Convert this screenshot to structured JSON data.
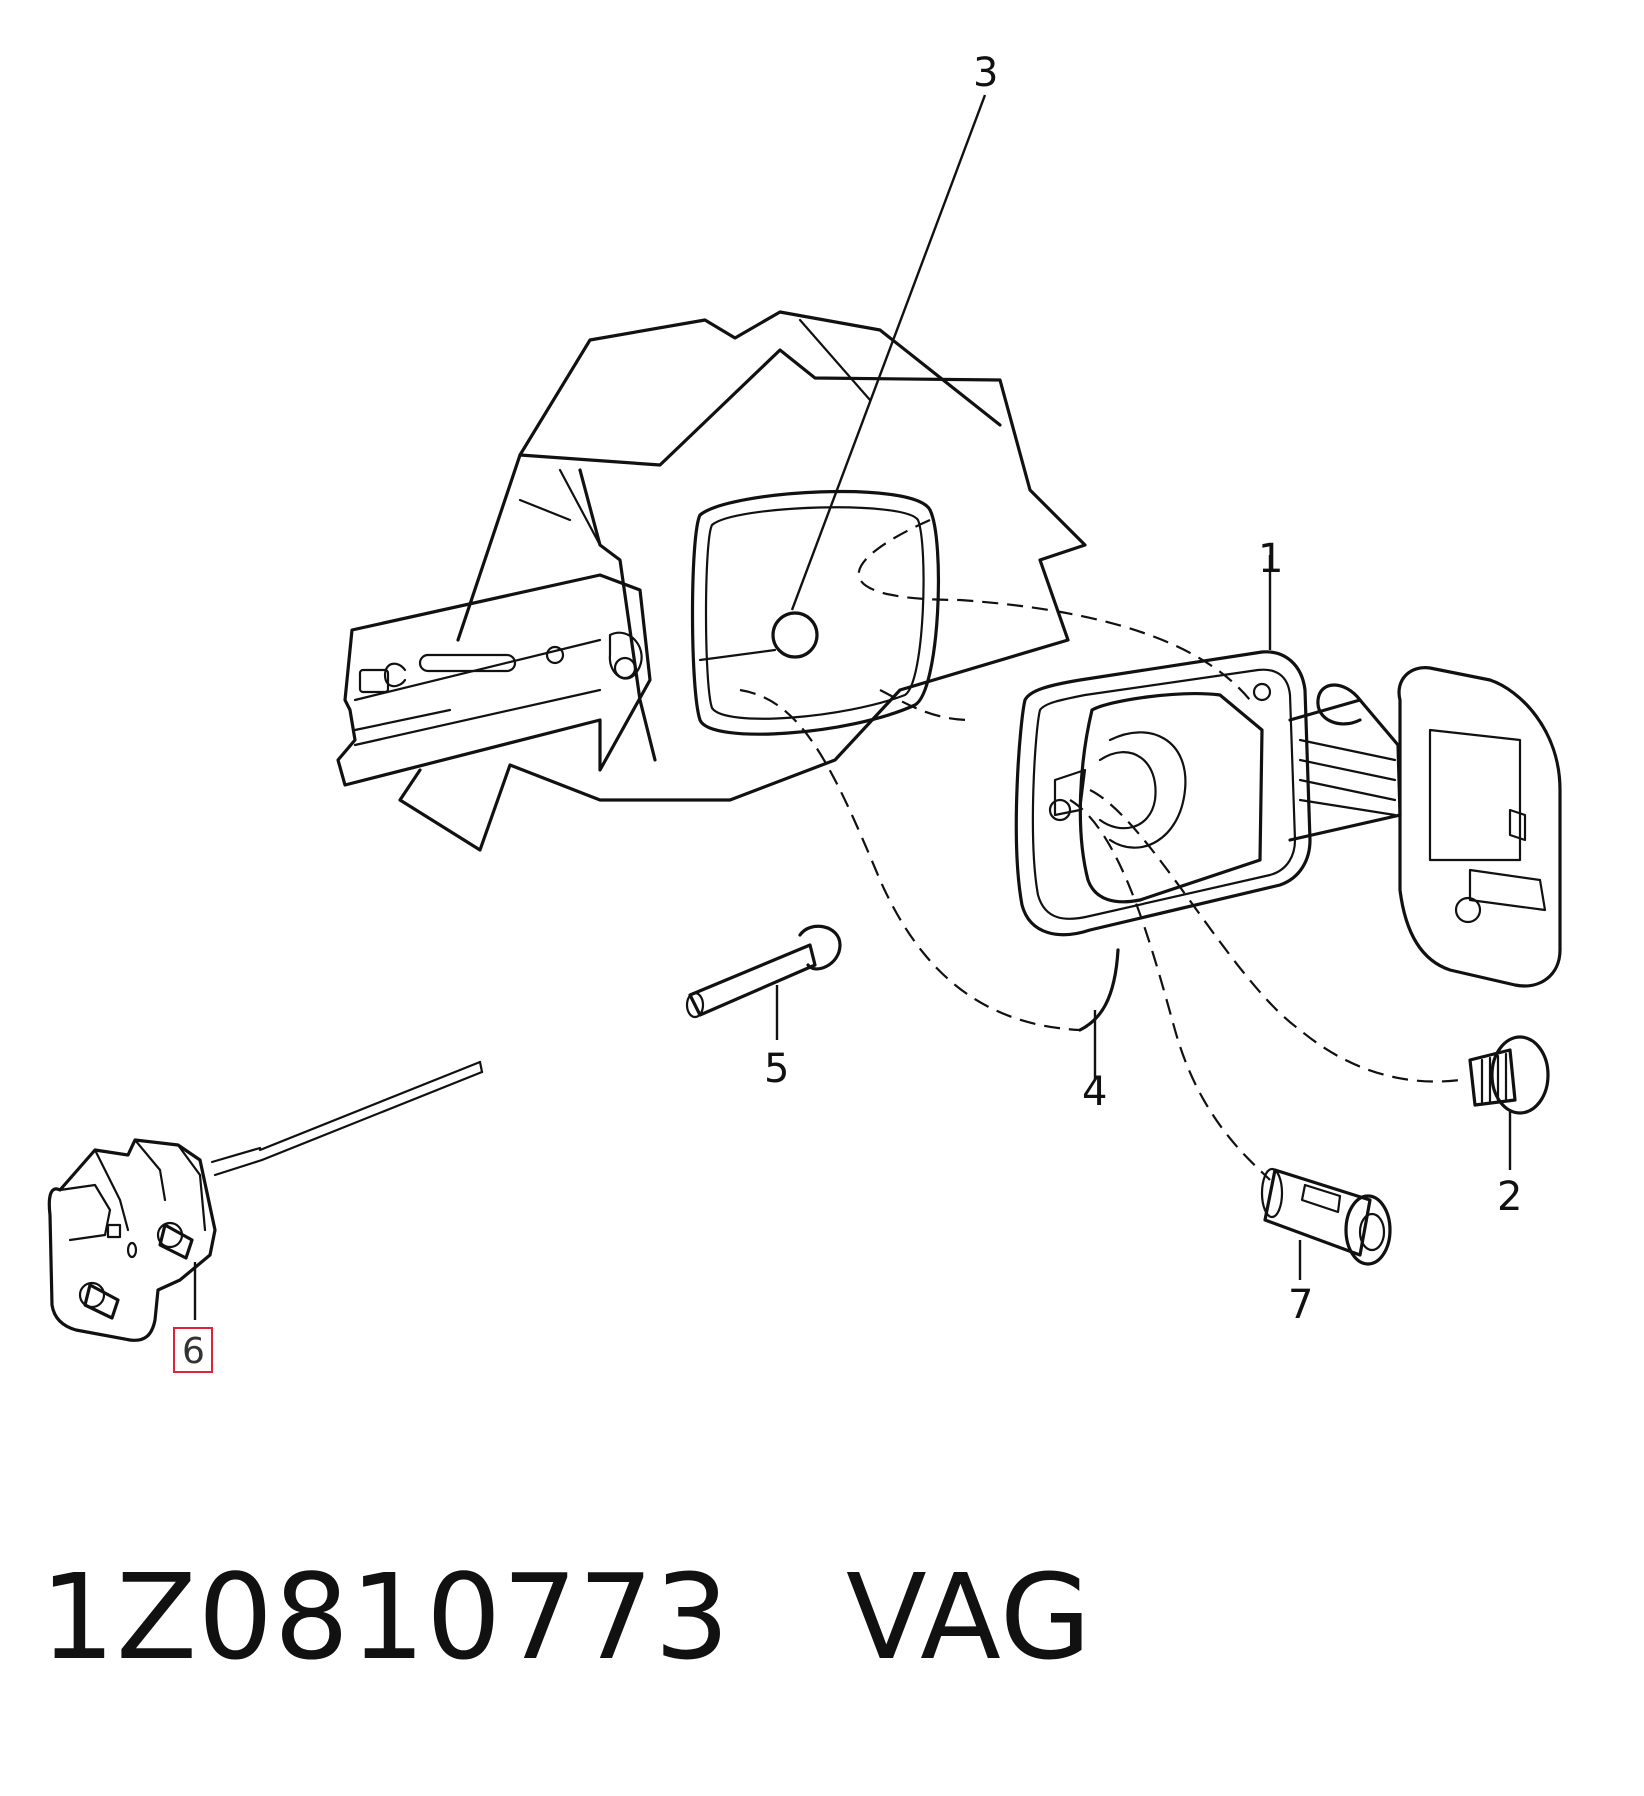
{
  "callouts": [
    {
      "id": "1",
      "label": "1"
    },
    {
      "id": "2",
      "label": "2"
    },
    {
      "id": "3",
      "label": "3"
    },
    {
      "id": "4",
      "label": "4"
    },
    {
      "id": "5",
      "label": "5"
    },
    {
      "id": "6",
      "label": "6",
      "highlighted": true,
      "highlight_color": "#e0233b"
    },
    {
      "id": "7",
      "label": "7"
    }
  ],
  "footer": {
    "part_number": "1Z0810773",
    "brand": "VAG"
  }
}
